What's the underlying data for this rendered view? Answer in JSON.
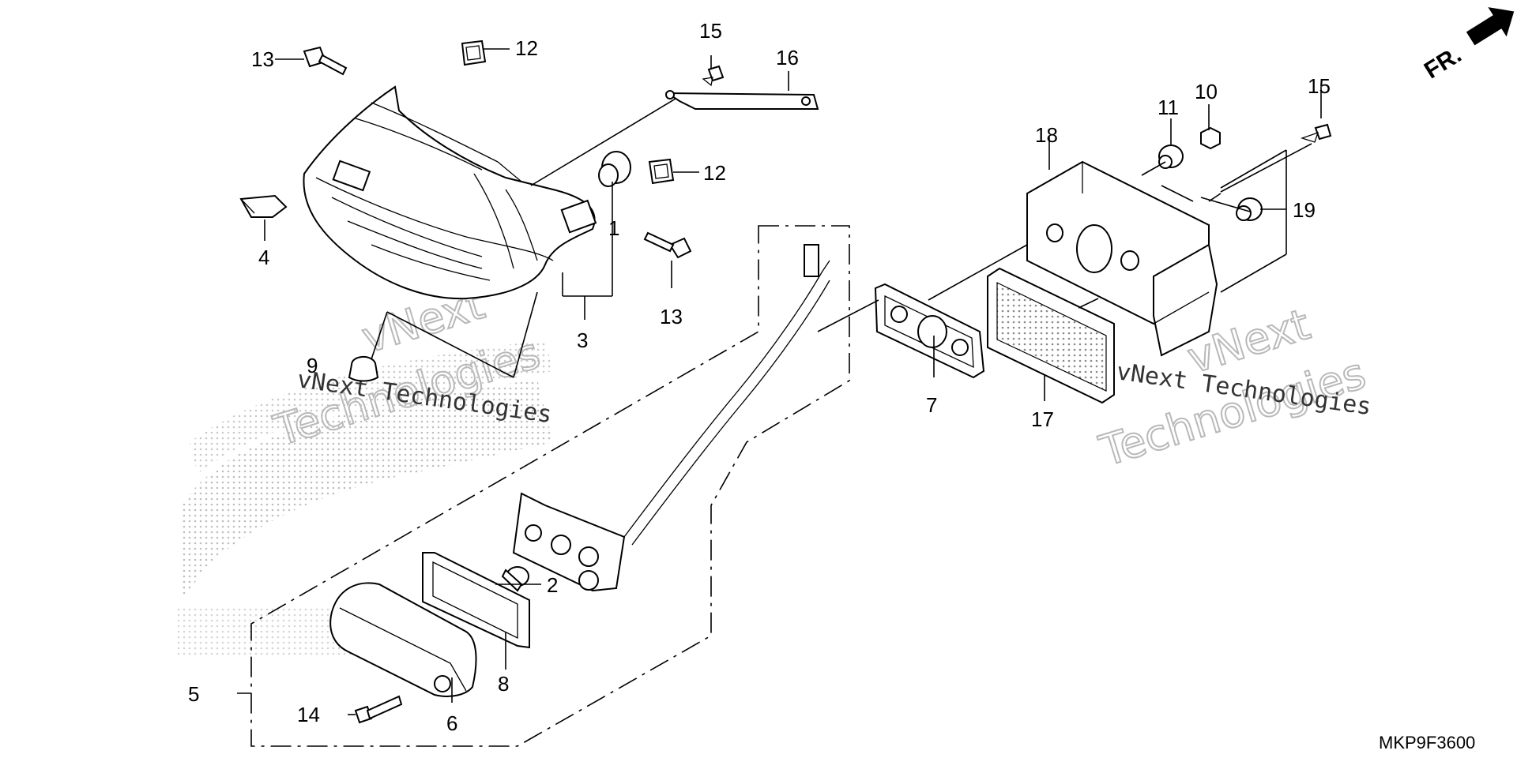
{
  "diagram": {
    "code": "MKP9F3600",
    "direction_label": "FR.",
    "callouts": [
      "1",
      "2",
      "3",
      "4",
      "5",
      "6",
      "7",
      "8",
      "9",
      "10",
      "11",
      "12",
      "12",
      "13",
      "13",
      "14",
      "15",
      "15",
      "16",
      "17",
      "18",
      "19"
    ]
  },
  "watermarks": [
    {
      "line1": "vNext",
      "line2": "Technologies",
      "mono": "vNext Technologies"
    },
    {
      "line1": "vNext",
      "line2": "Technologies",
      "mono": "vNext Technologies"
    }
  ],
  "colors": {
    "ink": "#000000",
    "watermark_outline": "#b9b9b9",
    "background": "#ffffff"
  }
}
